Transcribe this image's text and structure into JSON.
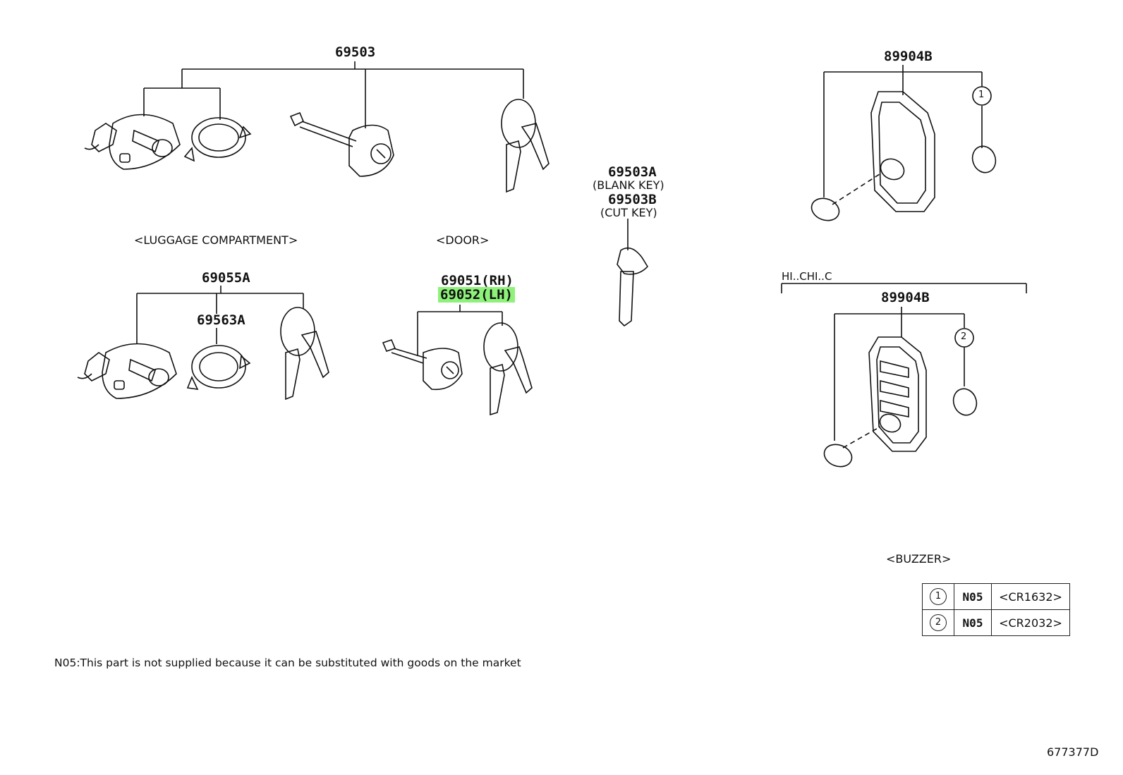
{
  "parts": {
    "p69503": "69503",
    "p69503a": "69503A",
    "p69503a_note": "(BLANK KEY)",
    "p69503b": "69503B",
    "p69503b_note": "(CUT KEY)",
    "p69055a": "69055A",
    "p69563a": "69563A",
    "p69051": "69051(RH)",
    "p69052": "69052(LH)",
    "p89904b_top": "89904B",
    "p89904b_bottom": "89904B"
  },
  "labels": {
    "luggage": "<LUGGAGE COMPARTMENT>",
    "door": "<DOOR>",
    "hi_chi_c": "HI..CHI..C",
    "buzzer": "<BUZZER>",
    "callout1": "1",
    "callout2": "2"
  },
  "legend": [
    {
      "num": "1",
      "code": "N05",
      "spec": "<CR1632>"
    },
    {
      "num": "2",
      "code": "N05",
      "spec": "<CR2032>"
    }
  ],
  "footnote": "N05:This part is not supplied because it can be substituted with goods on the market",
  "diagram_id": "677377D",
  "colors": {
    "highlight": "#8ef27a",
    "line": "#111111"
  }
}
